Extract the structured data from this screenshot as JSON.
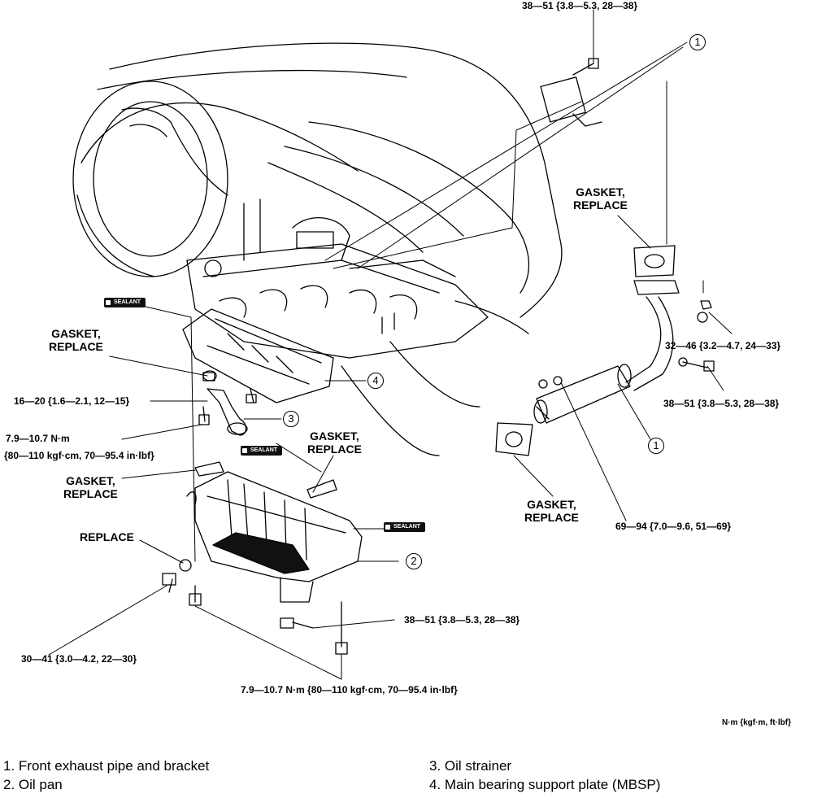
{
  "torque": {
    "top_bracket_bolt": "38—51 {3.8—5.3, 28—38}",
    "flange_nut": "32—46 {3.2—4.7, 24—33}",
    "flange_bolt": "38—51 {3.8—5.3, 28—38}",
    "pipe_nut": "69—94 {7.0—9.6, 51—69}",
    "mbsp_bolt": "16—20 {1.6—2.1, 12—15}",
    "strainer_bolt_line1": "7.9—10.7 N·m",
    "strainer_bolt_line2": "{80—110 kgf·cm, 70—95.4 in·lbf}",
    "pan_side_bolt": "38—51 {3.8—5.3, 28—38}",
    "drain_plug": "30—41 {3.0—4.2, 22—30}",
    "pan_bolts": "7.9—10.7 N·m {80—110 kgf·cm, 70—95.4 in·lbf}"
  },
  "labels": {
    "gasket_exhaust_upper": "GASKET,\nREPLACE",
    "gasket_exhaust_lower": "GASKET,\nREPLACE",
    "gasket_mbsp": "GASKET,\nREPLACE",
    "gasket_pan_right": "GASKET,\nREPLACE",
    "gasket_pan_left": "GASKET,\nREPLACE",
    "replace_washer": "REPLACE",
    "sealant_tag": "SEALANT"
  },
  "callouts": {
    "c1_top": "1",
    "c1_pipe": "1",
    "c2": "2",
    "c3": "3",
    "c4": "4"
  },
  "units_note": "N·m {kgf·m, ft·lbf}",
  "legend": {
    "item1": "1. Front exhaust pipe and bracket",
    "item2": "2. Oil pan",
    "item3": "3. Oil strainer",
    "item4": "4. Main bearing support plate (MBSP)"
  }
}
